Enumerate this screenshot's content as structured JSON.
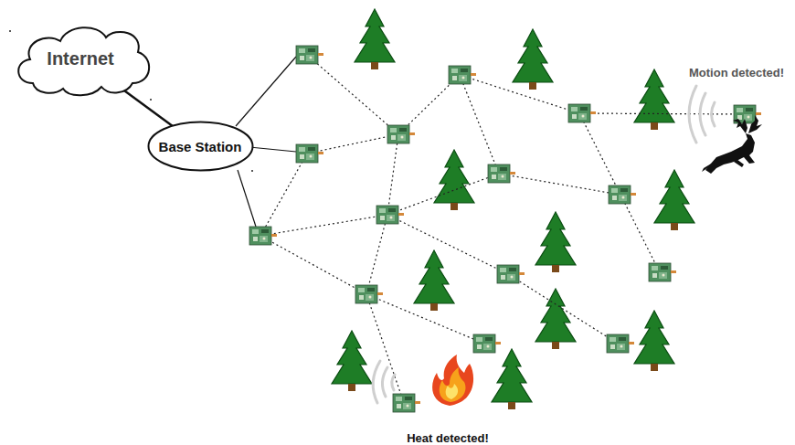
{
  "diagram": {
    "nodes": [
      {
        "text": [
          "Internet"
        ]
      },
      {
        "text": [
          "Base Station"
        ]
      }
    ],
    "edges": [
      {
        "from": 0,
        "to": 1,
        "arrow": "none"
      }
    ],
    "labels": [
      "Motion detected!",
      "Heat detected!"
    ]
  }
}
